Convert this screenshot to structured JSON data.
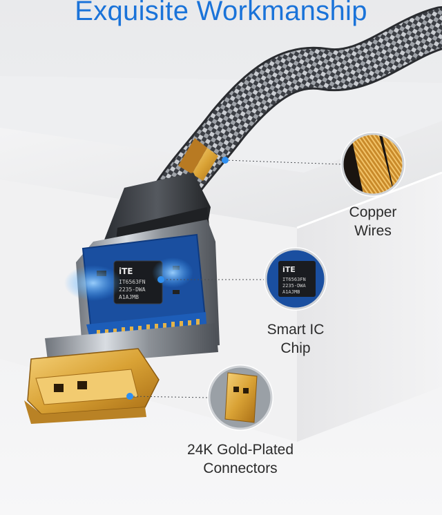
{
  "header": {
    "title": "Exquisite Workmanship"
  },
  "callouts": [
    {
      "name": "copper-wires",
      "line1": "Copper",
      "line2": "Wires"
    },
    {
      "name": "smart-ic-chip",
      "line1": "Smart IC",
      "line2": "Chip"
    },
    {
      "name": "gold-plated-connectors",
      "line1": "24K Gold-Plated",
      "line2": "Connectors"
    }
  ],
  "chip_marking": {
    "brand": "iTE",
    "line1": "IT6563FN",
    "line2": "2235-DWA",
    "line3": "A1AJMB"
  },
  "colors": {
    "title": "#1a73d9",
    "pcb": "#1a4fa0",
    "gold": "#d9a235",
    "glow": "#3aa0ff"
  }
}
